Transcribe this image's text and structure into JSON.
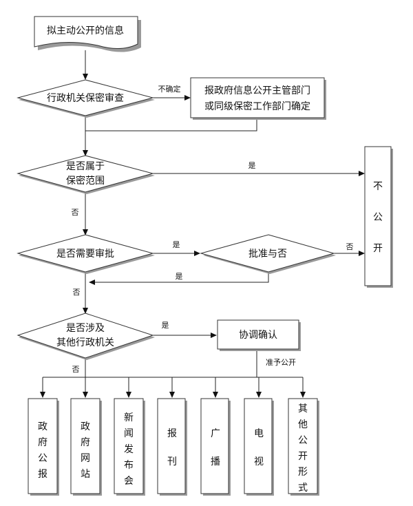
{
  "nodes": {
    "start": "拟主动公开的信息",
    "review": "行政机关保密审查",
    "report": {
      "line1": "报政府信息公开主管部门",
      "line2": "或同级保密工作部门确定"
    },
    "secret": {
      "line1": "是否属于",
      "line2": "保密范围"
    },
    "approve": "是否需要审批",
    "approve_result": "批准与否",
    "other": {
      "line1": "是否涉及",
      "line2": "其他行政机关"
    },
    "coordinate": "协调确认",
    "not_public": [
      "不",
      "公",
      "开"
    ]
  },
  "edges": {
    "uncertain": "不确定",
    "yes_secret": "是",
    "no_secret": "否",
    "yes_approve": "是",
    "no_approve_result": "否",
    "yes_approve_return": "是",
    "no_approve": "否",
    "yes_other": "是",
    "allow_public": "准予公开",
    "no_other": "否"
  },
  "outputs": [
    {
      "label": "政府公报",
      "chars": [
        "政",
        "府",
        "公",
        "报"
      ]
    },
    {
      "label": "政府网站",
      "chars": [
        "政",
        "府",
        "网",
        "站"
      ]
    },
    {
      "label": "新闻发布会",
      "chars": [
        "新",
        "闻",
        "发",
        "布",
        "会"
      ]
    },
    {
      "label": "报刊",
      "chars": [
        "报",
        "刊"
      ]
    },
    {
      "label": "广播",
      "chars": [
        "广",
        "播"
      ]
    },
    {
      "label": "电视",
      "chars": [
        "电",
        "视"
      ]
    },
    {
      "label": "其他公开形式",
      "chars": [
        "其",
        "他",
        "公",
        "开",
        "形",
        "式"
      ]
    }
  ]
}
